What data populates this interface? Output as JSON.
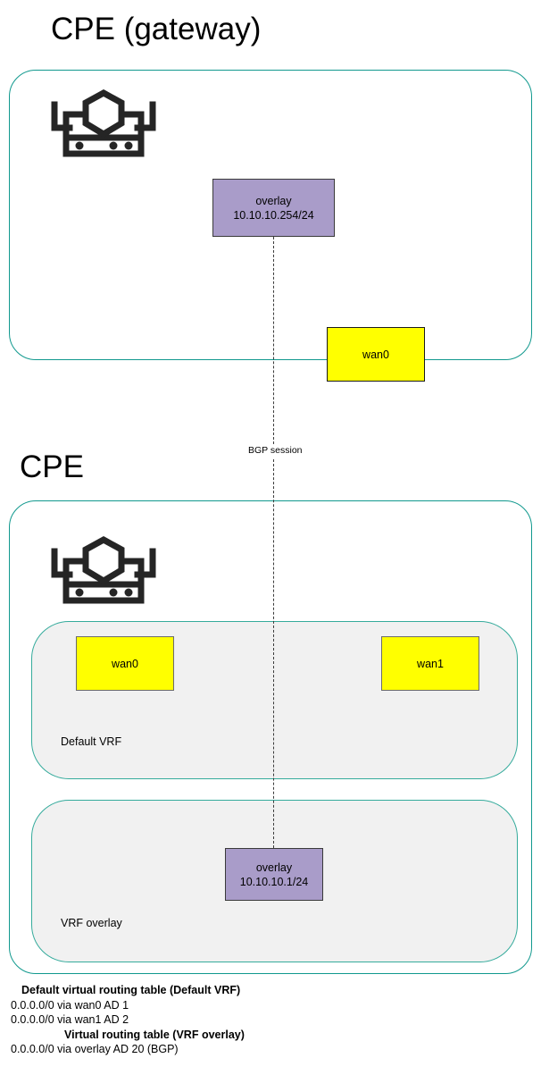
{
  "diagram": {
    "title_gateway": "CPE (gateway)",
    "title_cpe": "CPE",
    "bgp_session_label": "BGP session",
    "colors": {
      "container_border_teal": "#11998e",
      "vrf_border_teal": "#35ab9c",
      "vrf_fill_gray": "#f1f1f1",
      "wan_fill_yellow": "#ffff00",
      "wan_border_black": "#1a1a1a",
      "wan_border_gray": "#6b6b6b",
      "overlay_fill_purple": "#a99cc9",
      "overlay_border": "#3a3a3a",
      "text_black": "#000000"
    }
  },
  "cpe_gateway": {
    "icon": "router-firewall-icon",
    "overlay_interface": {
      "name": "overlay",
      "address": "10.10.10.254/24"
    },
    "wan_interface": {
      "name": "wan0"
    }
  },
  "cpe": {
    "icon": "router-firewall-icon",
    "default_vrf": {
      "label": "Default VRF",
      "interfaces": [
        {
          "name": "wan0"
        },
        {
          "name": "wan1"
        }
      ]
    },
    "vrf_overlay": {
      "label": "VRF overlay",
      "overlay_interface": {
        "name": "overlay",
        "address": "10.10.10.1/24"
      }
    }
  },
  "routing_tables": [
    {
      "heading": "Default virtual routing table (Default VRF)",
      "routes": [
        "0.0.0.0/0 via wan0 AD 1",
        "0.0.0.0/0 via wan1 AD 2"
      ]
    },
    {
      "heading": "Virtual routing table (VRF overlay)",
      "routes": [
        "0.0.0.0/0 via overlay AD 20 (BGP)"
      ]
    }
  ]
}
